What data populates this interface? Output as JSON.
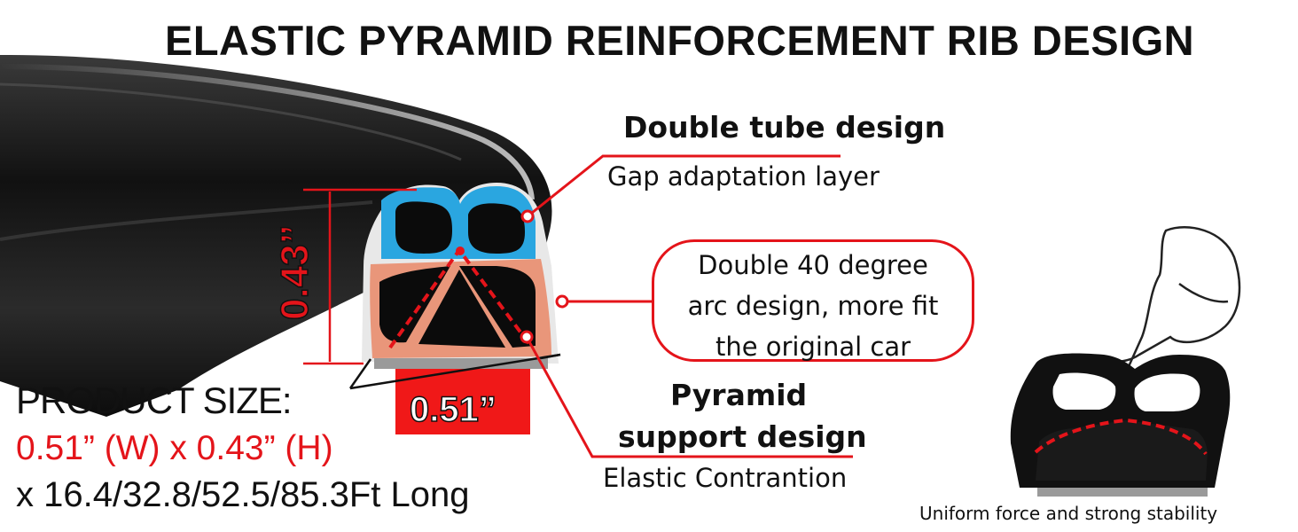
{
  "title": "ELASTIC PYRAMID REINFORCEMENT RIB DESIGN",
  "callouts": {
    "double_tube": {
      "title": "Double tube design",
      "subtitle": "Gap adaptation layer"
    },
    "arc": {
      "lines": [
        "Double 40 degree",
        "arc design, more fit",
        "the original car"
      ]
    },
    "pyramid": {
      "title_line1": "Pyramid",
      "title_line2": "support design",
      "subtitle": "Elastic Contrantion"
    }
  },
  "dimensions": {
    "height": "0.43”",
    "width": "0.51”"
  },
  "product_size": {
    "heading": "PRODUCT SIZE:",
    "dims": "0.51” (W) x 0.43” (H)",
    "length": "x 16.4/32.8/52.5/85.3Ft  Long"
  },
  "caption": "Uniform force and strong stability",
  "colors": {
    "accent_red": "#e4141a",
    "rubber_black": "#1a1a1a",
    "tube_blue": "#2aa6e0",
    "base_salmon": "#e9967a",
    "tape_red": "#f01818"
  }
}
